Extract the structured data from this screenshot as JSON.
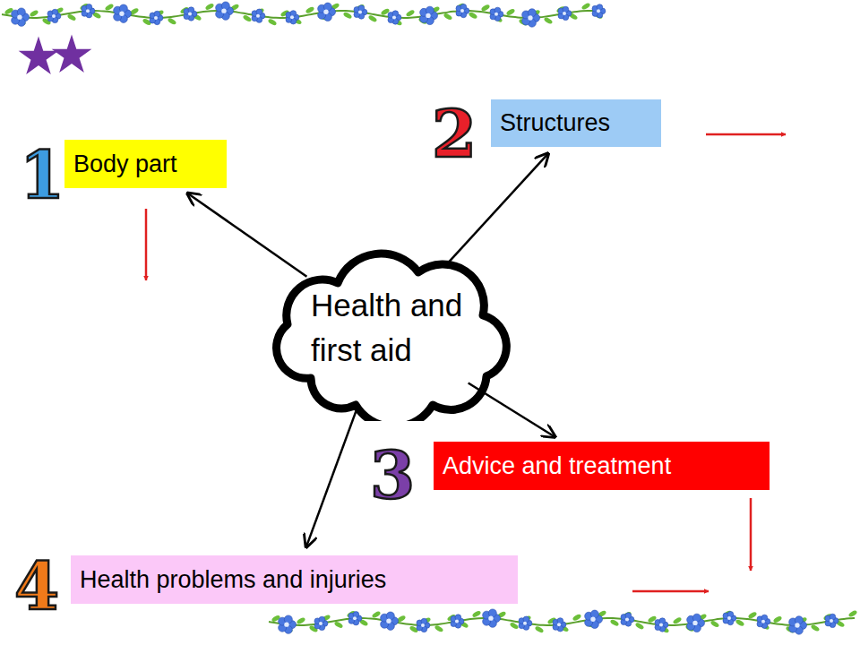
{
  "diagram": {
    "nodes": [
      {
        "text": [
          "Body part"
        ]
      },
      {
        "text": [
          "Structures"
        ]
      },
      {
        "text": [
          "Health and first aid"
        ]
      },
      {
        "text": [
          "Advice and treatment"
        ]
      },
      {
        "text": [
          "Health problems and injuries"
        ]
      }
    ],
    "edges": [
      {
        "from": 2,
        "to": 0,
        "arrow": "to"
      },
      {
        "from": 2,
        "to": 1,
        "arrow": "to"
      },
      {
        "from": 2,
        "to": 3,
        "arrow": "to"
      },
      {
        "from": 2,
        "to": 4,
        "arrow": "to"
      }
    ],
    "labels": [
      "1",
      "2",
      "3",
      "4"
    ]
  }
}
